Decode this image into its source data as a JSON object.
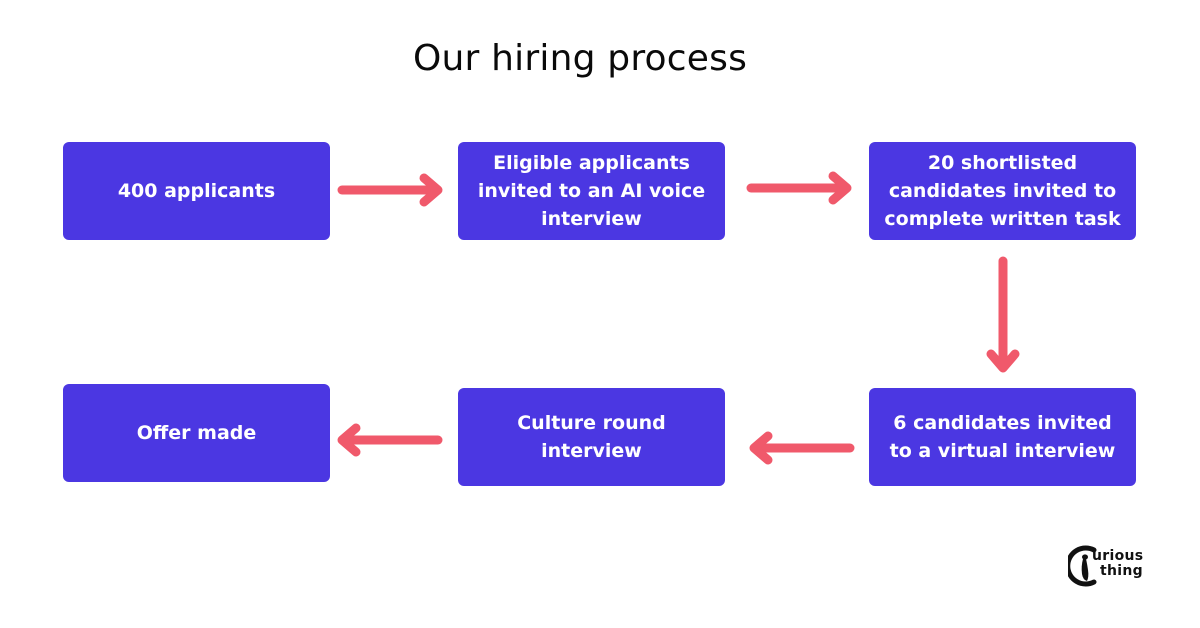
{
  "title": "Our hiring process",
  "colors": {
    "box": "#4b37e2",
    "box_text": "#ffffff",
    "arrow": "#f0596b",
    "title": "#0a0a0a"
  },
  "steps": [
    {
      "label": "400 applicants"
    },
    {
      "label": "Eligible applicants invited to an AI voice interview"
    },
    {
      "label": "20 shortlisted candidates invited to complete written task"
    },
    {
      "label": "6 candidates invited to a virtual interview"
    },
    {
      "label": "Culture round interview"
    },
    {
      "label": "Offer made"
    }
  ],
  "logo": {
    "line1": "urious",
    "line2": "thing",
    "icon": "curious-thing-logo-icon"
  }
}
